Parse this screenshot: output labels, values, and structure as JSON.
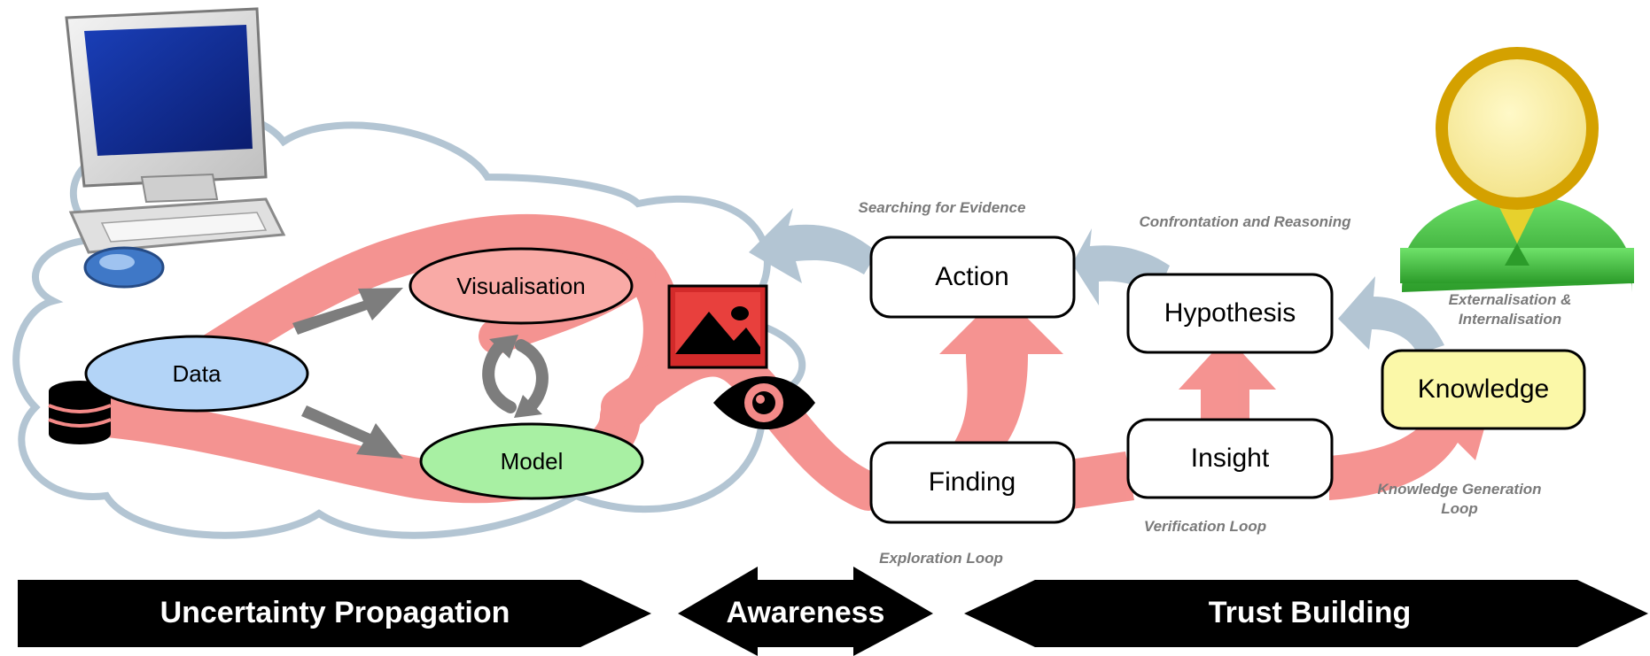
{
  "nodes": {
    "data": "Data",
    "visualisation": "Visualisation",
    "model": "Model",
    "action": "Action",
    "finding": "Finding",
    "hypothesis": "Hypothesis",
    "insight": "Insight",
    "knowledge": "Knowledge"
  },
  "loops": {
    "searching_for_evidence": "Searching for Evidence",
    "confrontation_and_reasoning": "Confrontation and Reasoning",
    "externalisation_line1": "Externalisation &",
    "externalisation_line2": "Internalisation",
    "exploration_loop": "Exploration Loop",
    "verification_loop": "Verification Loop",
    "knowledge_generation_line1": "Knowledge Generation",
    "knowledge_generation_line2": "Loop"
  },
  "banners": {
    "uncertainty_propagation": "Uncertainty Propagation",
    "awareness": "Awareness",
    "trust_building": "Trust Building"
  },
  "colors": {
    "flow_red": "#f48a88",
    "cloud_outline": "#b3c5d3",
    "data_fill": "#b3d4f7",
    "visualisation_fill": "#f9aaa6",
    "model_fill": "#a8f0a3",
    "knowledge_fill": "#fbf8a8",
    "banner_fill": "#000000"
  },
  "icons": [
    "computer-icon",
    "database-icon",
    "image-icon",
    "eye-icon",
    "user-icon",
    "cycle-arrows-icon"
  ]
}
